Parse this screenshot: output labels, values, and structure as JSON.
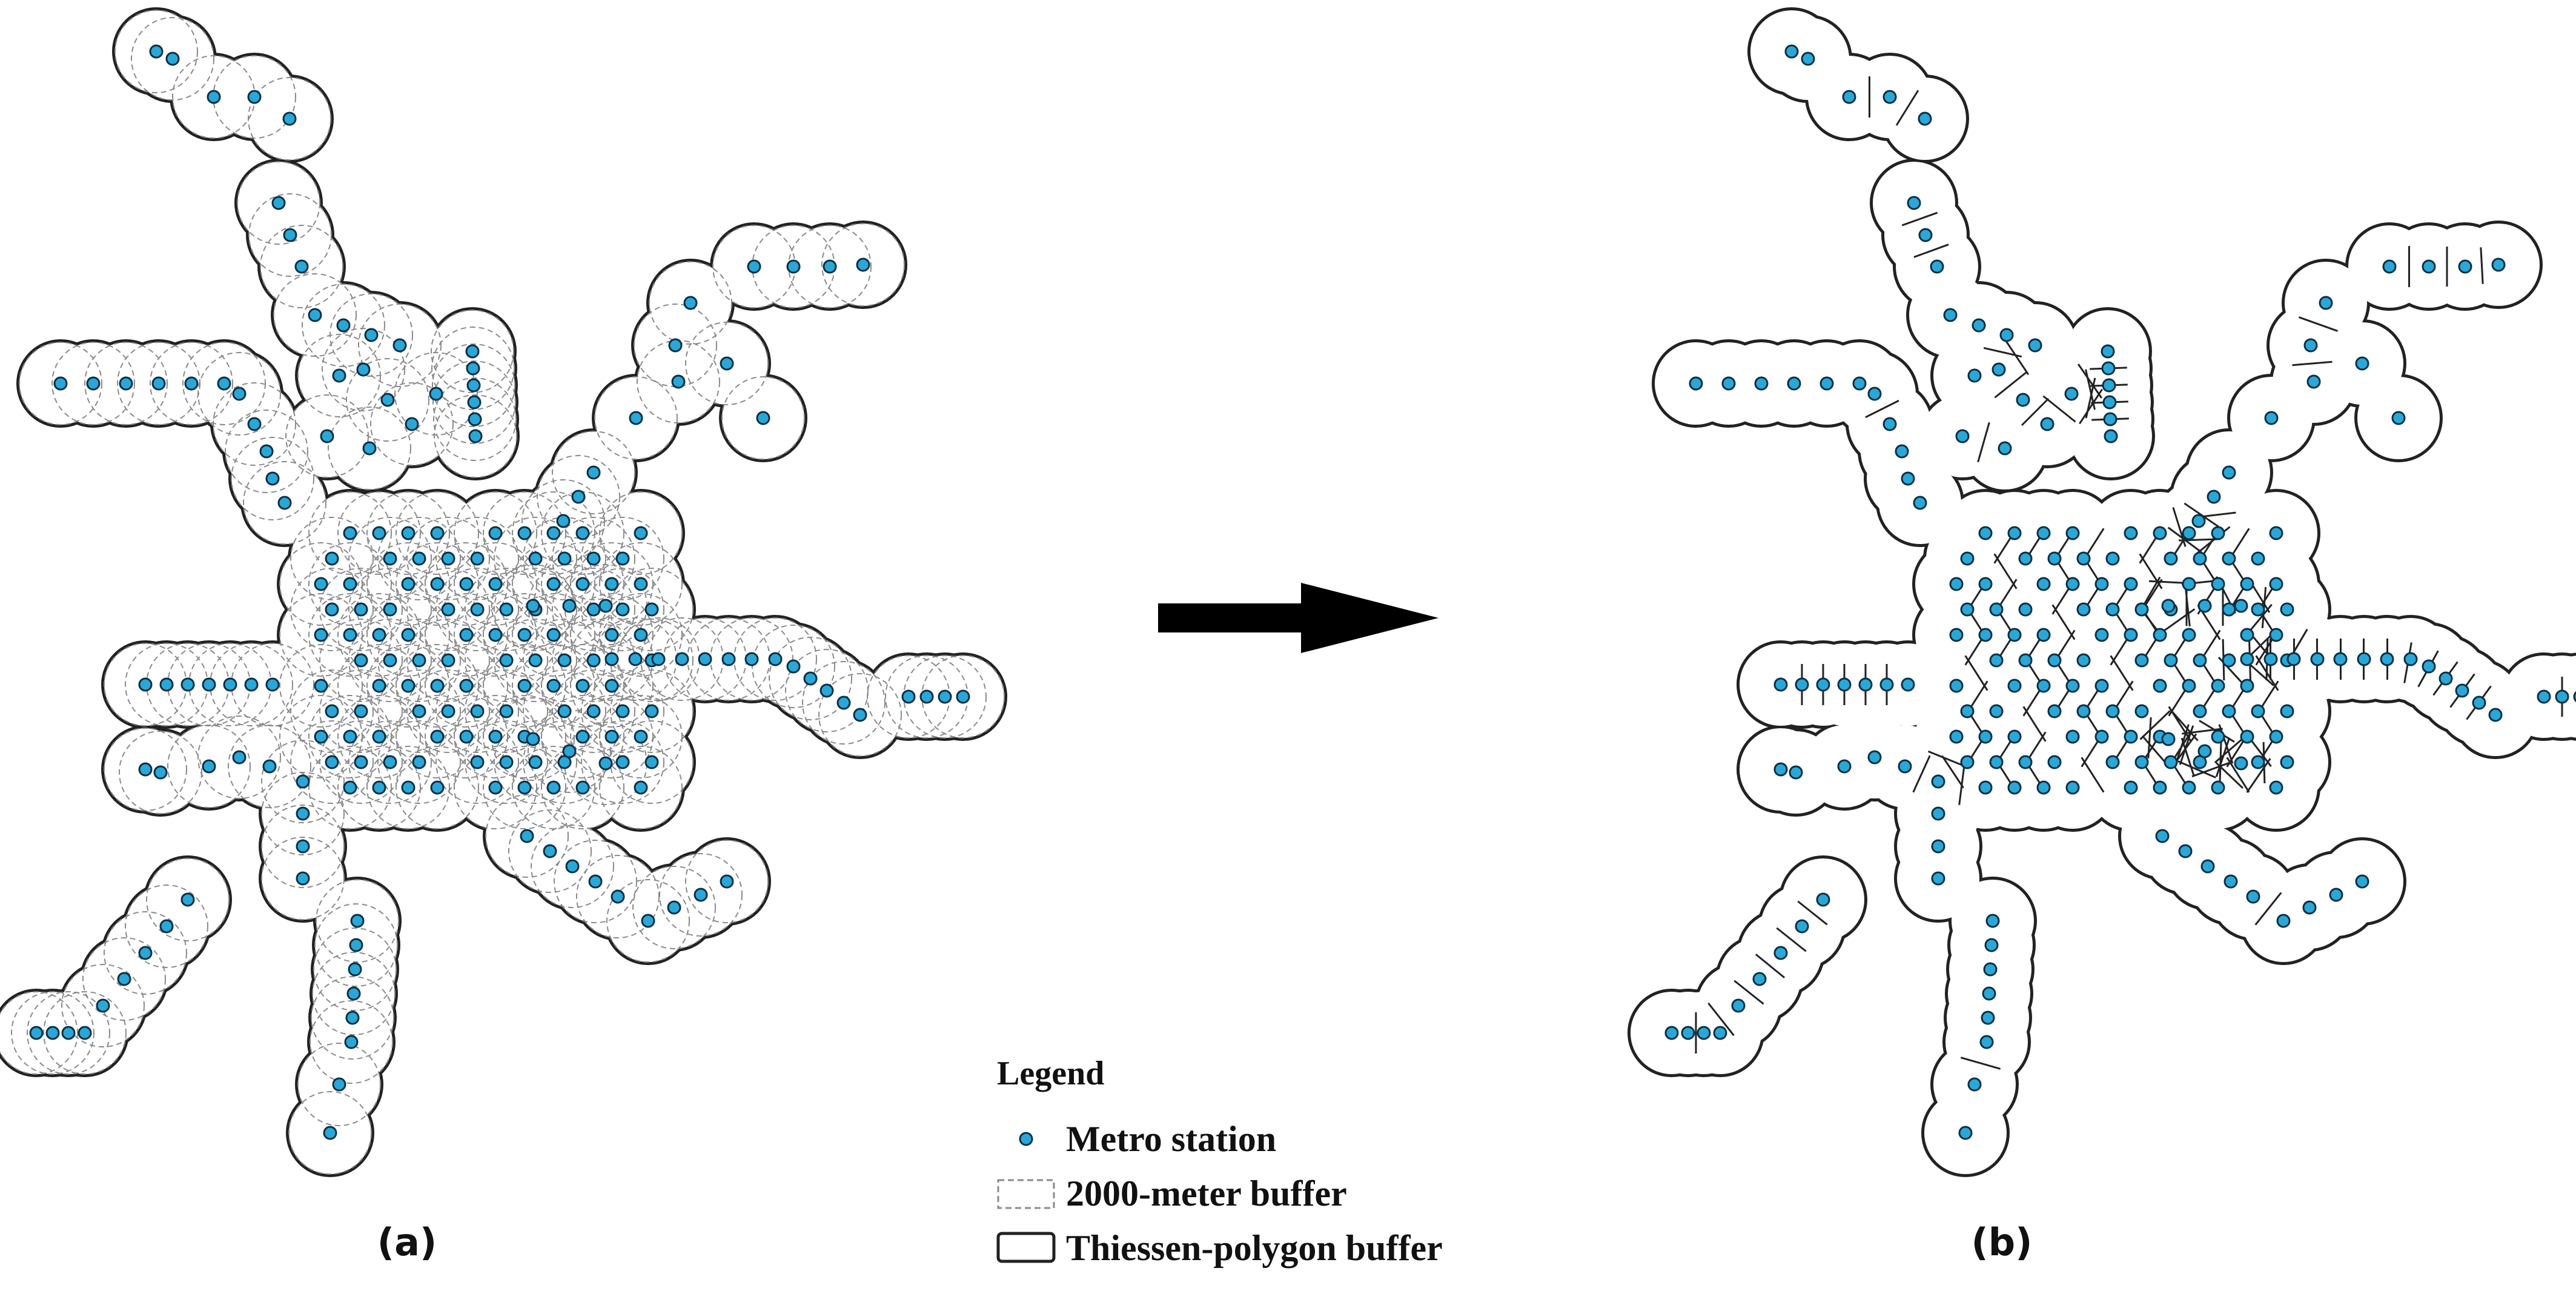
{
  "panels": {
    "a_label": "(a)",
    "b_label": "(b)"
  },
  "legend": {
    "title": "Legend",
    "items": [
      {
        "label": "Metro station",
        "symbol": "station-dot"
      },
      {
        "label": "2000-meter buffer",
        "symbol": "dashed-box"
      },
      {
        "label": "Thiessen-polygon buffer",
        "symbol": "solid-box"
      }
    ]
  },
  "colors": {
    "station_fill": "#29a8d8",
    "station_stroke": "#0b2f44",
    "buffer_dashed": "#8a8a8a",
    "buffer_solid": "#222222",
    "arrow": "#000000"
  },
  "icons": {
    "arrow": "right-arrow-icon"
  }
}
